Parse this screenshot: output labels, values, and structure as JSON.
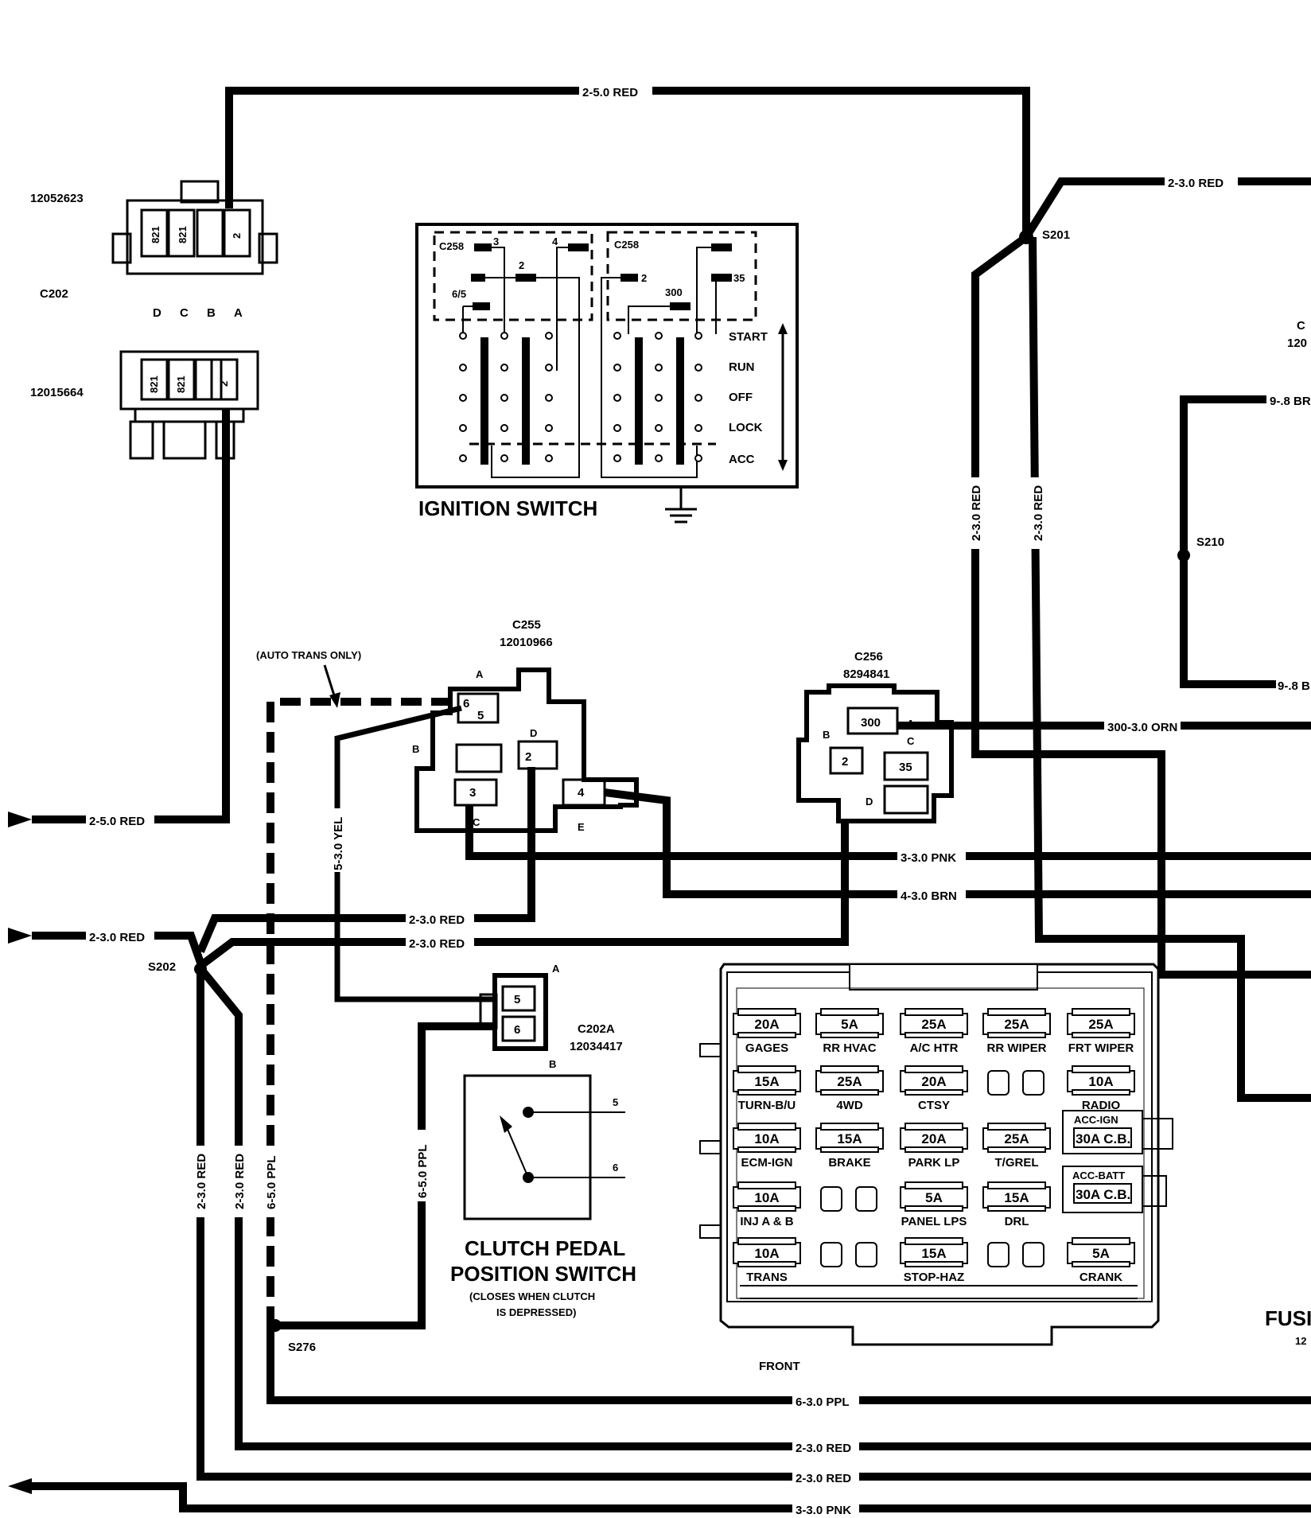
{
  "wires": {
    "top_red": "2-5.0 RED",
    "right_red_top": "2-3.0 RED",
    "brn_right": "9-.8 BR",
    "brn_right_lower": "9-.8 B",
    "s201_red_a": "2-3.0 RED",
    "s201_red_b": "2-3.0 RED",
    "orn": "300-3.0 ORN",
    "pnk_mid": "3-3.0 PNK",
    "brn_mid": "4-3.0 BRN",
    "left_red_in": "2-5.0 RED",
    "left_red_in2": "2-3.0 RED",
    "red_a": "2-3.0 RED",
    "red_b": "2-3.0 RED",
    "yel": "5-3.0 YEL",
    "vert_red_a": "2-3.0 RED",
    "vert_red_b": "2-3.0 RED",
    "vert_ppl_a": "6-5.0 PPL",
    "vert_ppl_b": "6-5.0 PPL",
    "bottom_ppl": "6-3.0 PPL",
    "bottom_red_a": "2-3.0 RED",
    "bottom_red_b": "2-3.0 RED",
    "bottom_pnk": "3-3.0 PNK",
    "auto_trans": "(AUTO TRANS ONLY)"
  },
  "splices": {
    "s201": "S201",
    "s202": "S202",
    "s210": "S210",
    "s276": "S276"
  },
  "c202": {
    "part_top": "12052623",
    "name": "C202",
    "part_bottom": "12015664",
    "pins_letters": [
      "D",
      "C",
      "B",
      "A"
    ],
    "cavity_821_a": "821",
    "cavity_821_b": "821",
    "cavity_2": "2"
  },
  "ignition": {
    "title": "IGNITION SWITCH",
    "c258_left": "C258",
    "c258_right": "C258",
    "n3": "3",
    "n4": "4",
    "n2a": "2",
    "n65": "6/5",
    "n2b": "2",
    "n300": "300",
    "n35": "35",
    "positions": [
      "START",
      "RUN",
      "OFF",
      "LOCK",
      "ACC"
    ]
  },
  "c255": {
    "name": "C255",
    "part": "12010966",
    "pin_6": "6",
    "pin_5": "5",
    "pin_2": "2",
    "pin_3": "3",
    "pin_4": "4",
    "A": "A",
    "B": "B",
    "C": "C",
    "D": "D",
    "E": "E"
  },
  "c256": {
    "name": "C256",
    "part": "8294841",
    "p300": "300",
    "p2": "2",
    "p35": "35",
    "A": "A",
    "B": "B",
    "C": "C",
    "D": "D"
  },
  "c202a": {
    "name": "C202A",
    "part": "12034417",
    "pin5": "5",
    "pin6": "6",
    "A": "A",
    "B": "B"
  },
  "clutch": {
    "title1": "CLUTCH PEDAL",
    "title2": "POSITION SWITCH",
    "note1": "(CLOSES WHEN CLUTCH",
    "note2": "IS DEPRESSED)",
    "t5": "5",
    "t6": "6"
  },
  "fuse_block": {
    "front": "FRONT",
    "partial_title": "FUSI",
    "partial_part": "12",
    "partial_c": "C",
    "partial_120": "120",
    "fuses": [
      {
        "amp": "20A",
        "name": "GAGES"
      },
      {
        "amp": "5A",
        "name": "RR HVAC"
      },
      {
        "amp": "25A",
        "name": "A/C HTR"
      },
      {
        "amp": "25A",
        "name": "RR WIPER"
      },
      {
        "amp": "25A",
        "name": "FRT WIPER"
      },
      {
        "amp": "15A",
        "name": "TURN-B/U"
      },
      {
        "amp": "25A",
        "name": "4WD"
      },
      {
        "amp": "20A",
        "name": "CTSY"
      },
      {
        "amp": "10A",
        "name": "RADIO"
      },
      {
        "amp": "10A",
        "name": "ECM-IGN"
      },
      {
        "amp": "15A",
        "name": "BRAKE"
      },
      {
        "amp": "20A",
        "name": "PARK LP"
      },
      {
        "amp": "25A",
        "name": "T/GREL"
      },
      {
        "amp": "10A",
        "name": "INJ A & B"
      },
      {
        "amp": "5A",
        "name": "PANEL LPS"
      },
      {
        "amp": "15A",
        "name": "DRL"
      },
      {
        "amp": "10A",
        "name": "TRANS"
      },
      {
        "amp": "15A",
        "name": "STOP-HAZ"
      },
      {
        "amp": "5A",
        "name": "CRANK"
      }
    ],
    "acc_ign": "ACC-IGN",
    "cb1": "30A C.B.",
    "acc_batt": "ACC-BATT",
    "cb2": "30A C.B."
  }
}
